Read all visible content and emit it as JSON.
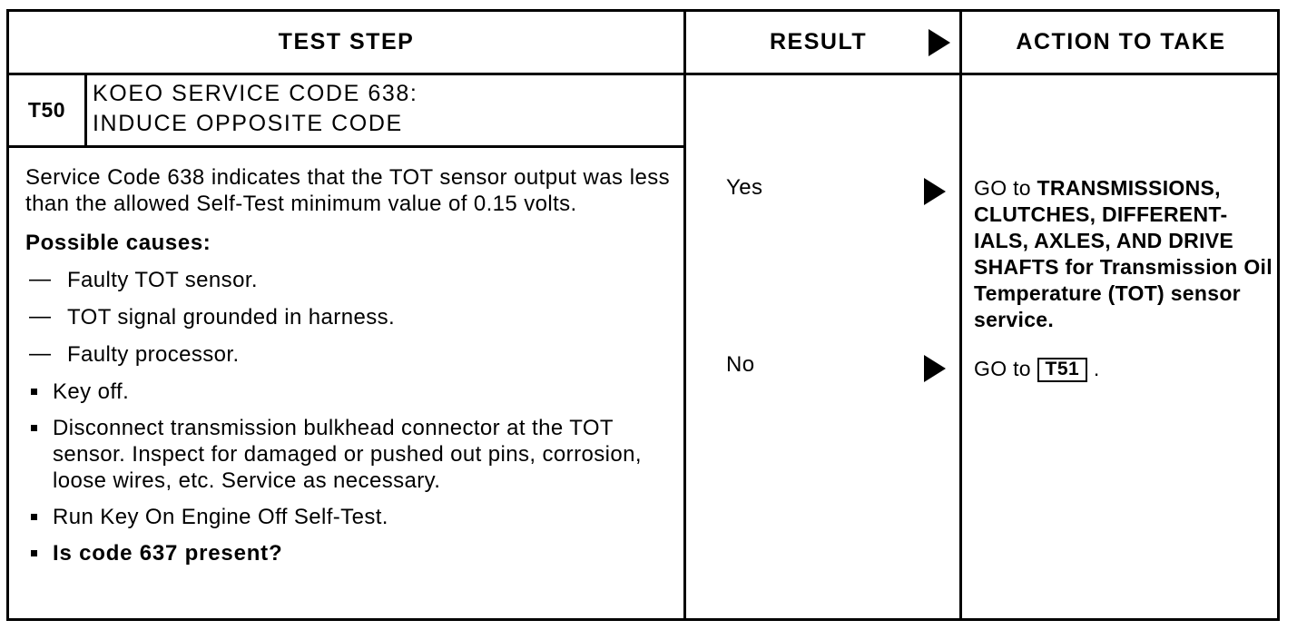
{
  "table": {
    "headers": {
      "test_step": "TEST STEP",
      "result": "RESULT",
      "action": "ACTION TO TAKE",
      "arrow_icon": "right-triangle-icon"
    },
    "test_id": "T50",
    "test_title_line1": "KOEO SERVICE CODE 638:",
    "test_title_line2": "INDUCE OPPOSITE CODE",
    "step": {
      "intro": "Service Code 638 indicates that the TOT sensor output was less than the allowed Self-Test minimum value of 0.15 volts.",
      "causes_heading": "Possible causes:",
      "causes": [
        "Faulty TOT sensor.",
        "TOT signal grounded in harness.",
        "Faulty processor."
      ],
      "dash_glyph": "—",
      "actions": [
        {
          "text": "Key off.",
          "bold": false
        },
        {
          "text": "Disconnect transmission bulkhead connector at the TOT sensor. Inspect for damaged or pushed out pins, corrosion, loose wires, etc. Service as necessary.",
          "bold": false
        },
        {
          "text": "Run Key On Engine Off Self-Test.",
          "bold": false
        },
        {
          "text": "Is code 637 present?",
          "bold": true
        }
      ]
    },
    "results": [
      {
        "label": "Yes"
      },
      {
        "label": "No"
      }
    ],
    "actions_to_take": {
      "yes": {
        "prefix": "GO to ",
        "bold_ref": "TRANSMISSIONS, CLUTCHES, DIFFERENT- IALS, AXLES, AND DRIVE SHAFTS",
        "suffix": " for Transmission Oil Temperature (TOT) sensor service."
      },
      "no": {
        "prefix": "GO to ",
        "box_ref": "T51",
        "suffix": " ."
      }
    }
  },
  "colors": {
    "ink": "#000000",
    "paper": "#ffffff"
  }
}
